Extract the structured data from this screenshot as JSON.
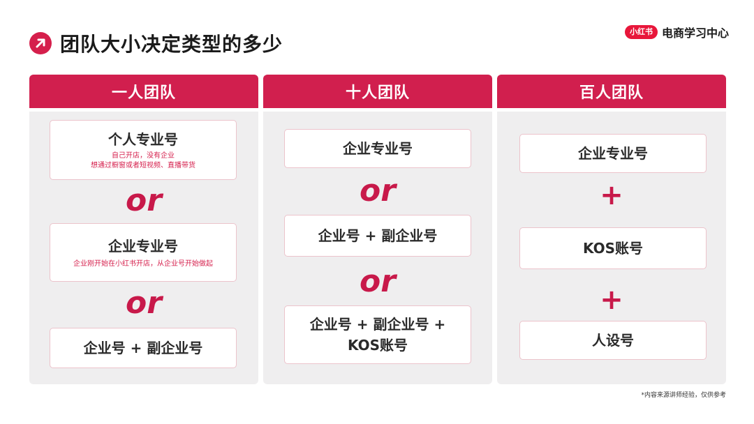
{
  "header": {
    "title": "团队大小决定类型的多少",
    "brand_badge": "小红书",
    "brand_text": "电商学习中心"
  },
  "columns": [
    {
      "title": "一人团队",
      "cards": [
        {
          "title": "个人专业号",
          "sub1": "自己开店，没有企业",
          "sub2": "想通过橱窗或者短视频、直播带货"
        },
        {
          "title": "企业专业号",
          "sub1": "企业刚开始在小红书开店，从企业号开始做起"
        },
        {
          "title": "企业号 + 副企业号"
        }
      ],
      "separators": [
        "or",
        "or"
      ]
    },
    {
      "title": "十人团队",
      "cards": [
        {
          "title": "企业专业号"
        },
        {
          "title": "企业号 + 副企业号"
        },
        {
          "title": "企业号 + 副企业号 +",
          "title2": "KOS账号"
        }
      ],
      "separators": [
        "or",
        "or"
      ]
    },
    {
      "title": "百人团队",
      "cards": [
        {
          "title": "企业专业号"
        },
        {
          "title": "KOS账号"
        },
        {
          "title": "人设号"
        }
      ],
      "separators": [
        "+",
        "+"
      ]
    }
  ],
  "footnote": "*内容来源讲师经验，仅供参考",
  "colors": {
    "accent": "#d11f4e",
    "panel": "#efeeef",
    "card_border": "#ecc3cb"
  }
}
